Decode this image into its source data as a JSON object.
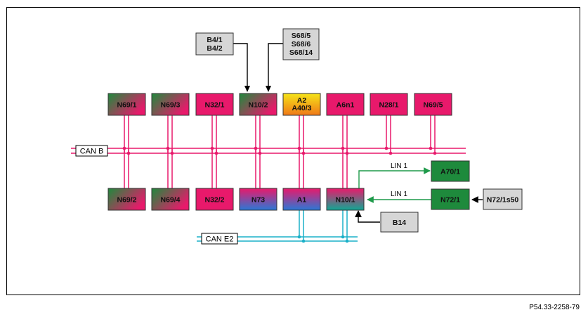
{
  "colors": {
    "can_b": "#e8196b",
    "can_e2": "#1ab0c8",
    "lin": "#1f9a4a",
    "magenta": "#e8196b",
    "green": "#1e8a3c",
    "grey": "#d6d6d6"
  },
  "can_b_label": "CAN B",
  "can_e2_label": "CAN E2",
  "lin1_top_label": "LIN 1",
  "lin1_bottom_label": "LIN 1",
  "top_nodes": [
    {
      "id": "n69-1",
      "label": "N69/1",
      "style": "green-magenta"
    },
    {
      "id": "n69-3",
      "label": "N69/3",
      "style": "green-magenta"
    },
    {
      "id": "n32-1",
      "label": "N32/1",
      "style": "magenta"
    },
    {
      "id": "n10-2",
      "label": "N10/2",
      "style": "green-magenta"
    },
    {
      "id": "a2",
      "label": "A2",
      "label2": "A40/3",
      "style": "orange"
    },
    {
      "id": "a6n1",
      "label": "A6n1",
      "style": "magenta"
    },
    {
      "id": "n28-1",
      "label": "N28/1",
      "style": "magenta"
    },
    {
      "id": "n69-5",
      "label": "N69/5",
      "style": "magenta"
    }
  ],
  "bottom_nodes": [
    {
      "id": "n69-2",
      "label": "N69/2",
      "style": "green-magenta"
    },
    {
      "id": "n69-4",
      "label": "N69/4",
      "style": "green-magenta"
    },
    {
      "id": "n32-2",
      "label": "N32/2",
      "style": "magenta"
    },
    {
      "id": "n73",
      "label": "N73",
      "style": "magenta-blue"
    },
    {
      "id": "a1",
      "label": "A1",
      "style": "magenta-blue"
    },
    {
      "id": "n10-1",
      "label": "N10/1",
      "style": "magenta-teal"
    }
  ],
  "input_b4": {
    "line1": "B4/1",
    "line2": "B4/2"
  },
  "input_s68": {
    "line1": "S68/5",
    "line2": "S68/6",
    "line3": "S68/14"
  },
  "b14_label": "B14",
  "a70_label": "A70/1",
  "n72_label": "N72/1",
  "n72s_label": "N72/1s50",
  "figure_ref": "P54.33-2258-79"
}
